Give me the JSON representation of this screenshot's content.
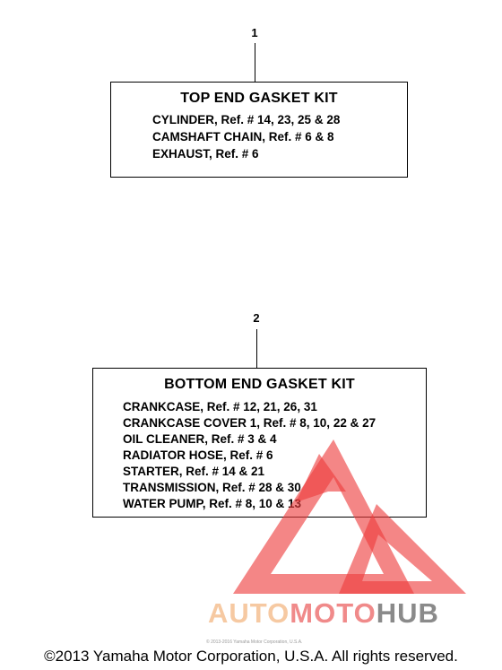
{
  "kits": [
    {
      "number": "1",
      "title": "TOP END GASKET KIT",
      "lines": [
        "CYLINDER, Ref. # 14, 23, 25 & 28",
        "CAMSHAFT CHAIN, Ref. # 6 & 8",
        "EXHAUST, Ref. # 6"
      ]
    },
    {
      "number": "2",
      "title": "BOTTOM END GASKET KIT",
      "lines": [
        "CRANKCASE, Ref. # 12, 21, 26, 31",
        "CRANKCASE COVER 1, Ref. # 8, 10, 22  & 27",
        "OIL CLEANER, Ref. # 3 & 4",
        "RADIATOR HOSE, Ref. # 6",
        "STARTER, Ref. # 14 & 21",
        "TRANSMISSION, Ref. # 28 & 30",
        "WATER PUMP, Ref. # 8, 10 & 13"
      ]
    }
  ],
  "watermark": {
    "part1": "AUTO",
    "part2": "MOTO",
    "part3": "HUB",
    "colors": {
      "light": "#f6c9a2",
      "red": "#ee3b3b",
      "gray": "#8a8a8a"
    }
  },
  "tiny_note": "© 2013-2016 Yamaha Motor Corporation, U.S.A.",
  "copyright": "©2013 Yamaha Motor Corporation, U.S.A. All rights reserved."
}
